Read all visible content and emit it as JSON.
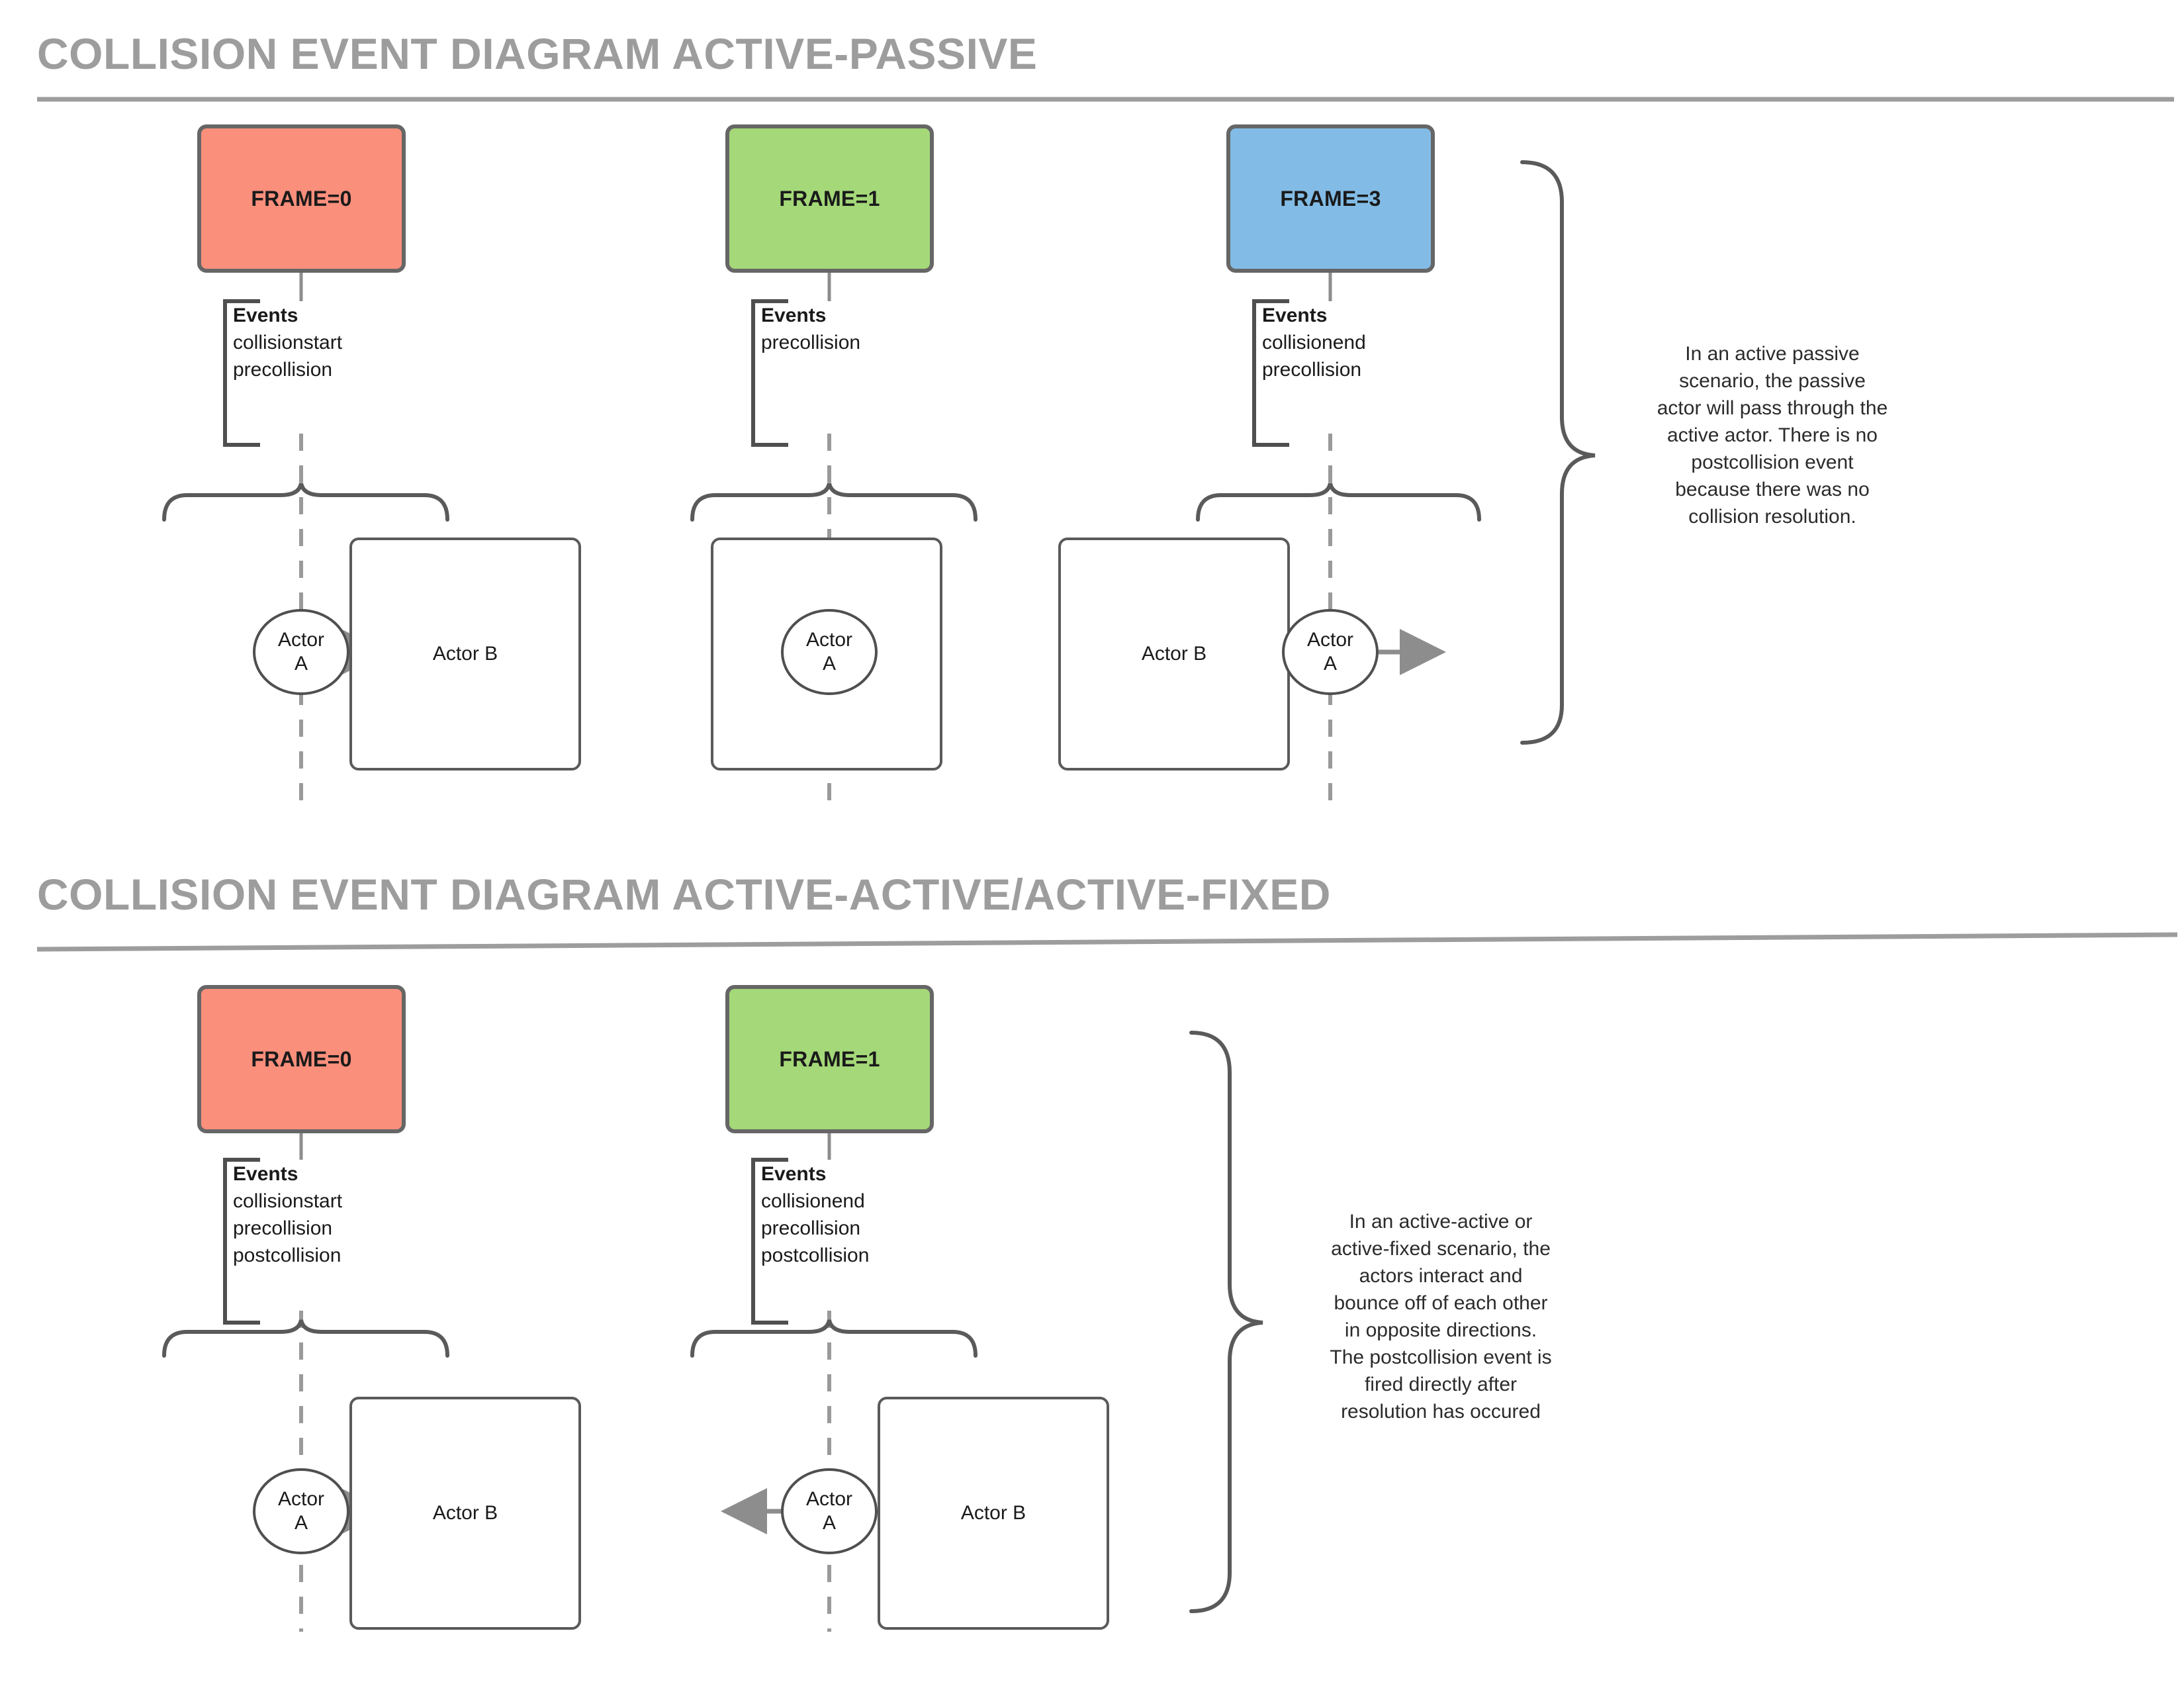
{
  "page": {
    "background": "#ffffff",
    "title_color": "#9d9d9d",
    "stroke_color": "#5a5a5a"
  },
  "sections": [
    {
      "id": "active-passive",
      "title": "COLLISION EVENT DIAGRAM ACTIVE-PASSIVE",
      "columns": [
        {
          "frame_label": "FRAME=0",
          "frame_color": "#fa8f7c",
          "events_heading": "Events",
          "events": [
            "collisionstart",
            "precollision"
          ],
          "actor_a_label_line1": "Actor",
          "actor_a_label_line2": "A",
          "actor_b_label": "Actor B",
          "arrow_direction": "right"
        },
        {
          "frame_label": "FRAME=1",
          "frame_color": "#a4d878",
          "events_heading": "Events",
          "events": [
            "precollision"
          ],
          "actor_a_label_line1": "Actor",
          "actor_a_label_line2": "A",
          "actor_b_label": "",
          "arrow_direction": "right"
        },
        {
          "frame_label": "FRAME=3",
          "frame_color": "#82bce6",
          "events_heading": "Events",
          "events": [
            "collisionend",
            "precollision"
          ],
          "actor_a_label_line1": "Actor",
          "actor_a_label_line2": "A",
          "actor_b_label": "Actor B",
          "arrow_direction": "right"
        }
      ],
      "annotation": "In an active passive scenario, the passive actor will pass through the active actor. There is no postcollision event because there was no collision resolution."
    },
    {
      "id": "active-active-fixed",
      "title": "COLLISION EVENT DIAGRAM ACTIVE-ACTIVE/ACTIVE-FIXED",
      "columns": [
        {
          "frame_label": "FRAME=0",
          "frame_color": "#fa8f7c",
          "events_heading": "Events",
          "events": [
            "collisionstart",
            "precollision",
            "postcollision"
          ],
          "actor_a_label_line1": "Actor",
          "actor_a_label_line2": "A",
          "actor_b_label": "Actor B",
          "arrow_direction": "right"
        },
        {
          "frame_label": "FRAME=1",
          "frame_color": "#a4d878",
          "events_heading": "Events",
          "events": [
            "collisionend",
            "precollision",
            "postcollision"
          ],
          "actor_a_label_line1": "Actor",
          "actor_a_label_line2": "A",
          "actor_b_label": "Actor B",
          "arrow_direction": "left"
        }
      ],
      "annotation": "In an active-active or active-fixed scenario, the actors interact and bounce off of each other in opposite directions. The postcollision event is fired directly after resolution has occured"
    }
  ],
  "annotation_lines": {
    "section1": [
      "In an active passive",
      "scenario, the passive",
      "actor will pass through the",
      "active actor. There is no",
      "postcollision event",
      "because there was no",
      "collision resolution."
    ],
    "section2": [
      "In an active-active or",
      "active-fixed scenario, the",
      "actors interact and",
      "bounce off of each other",
      "in opposite directions.",
      "The postcollision event is",
      "fired directly after",
      "resolution has occured"
    ]
  }
}
